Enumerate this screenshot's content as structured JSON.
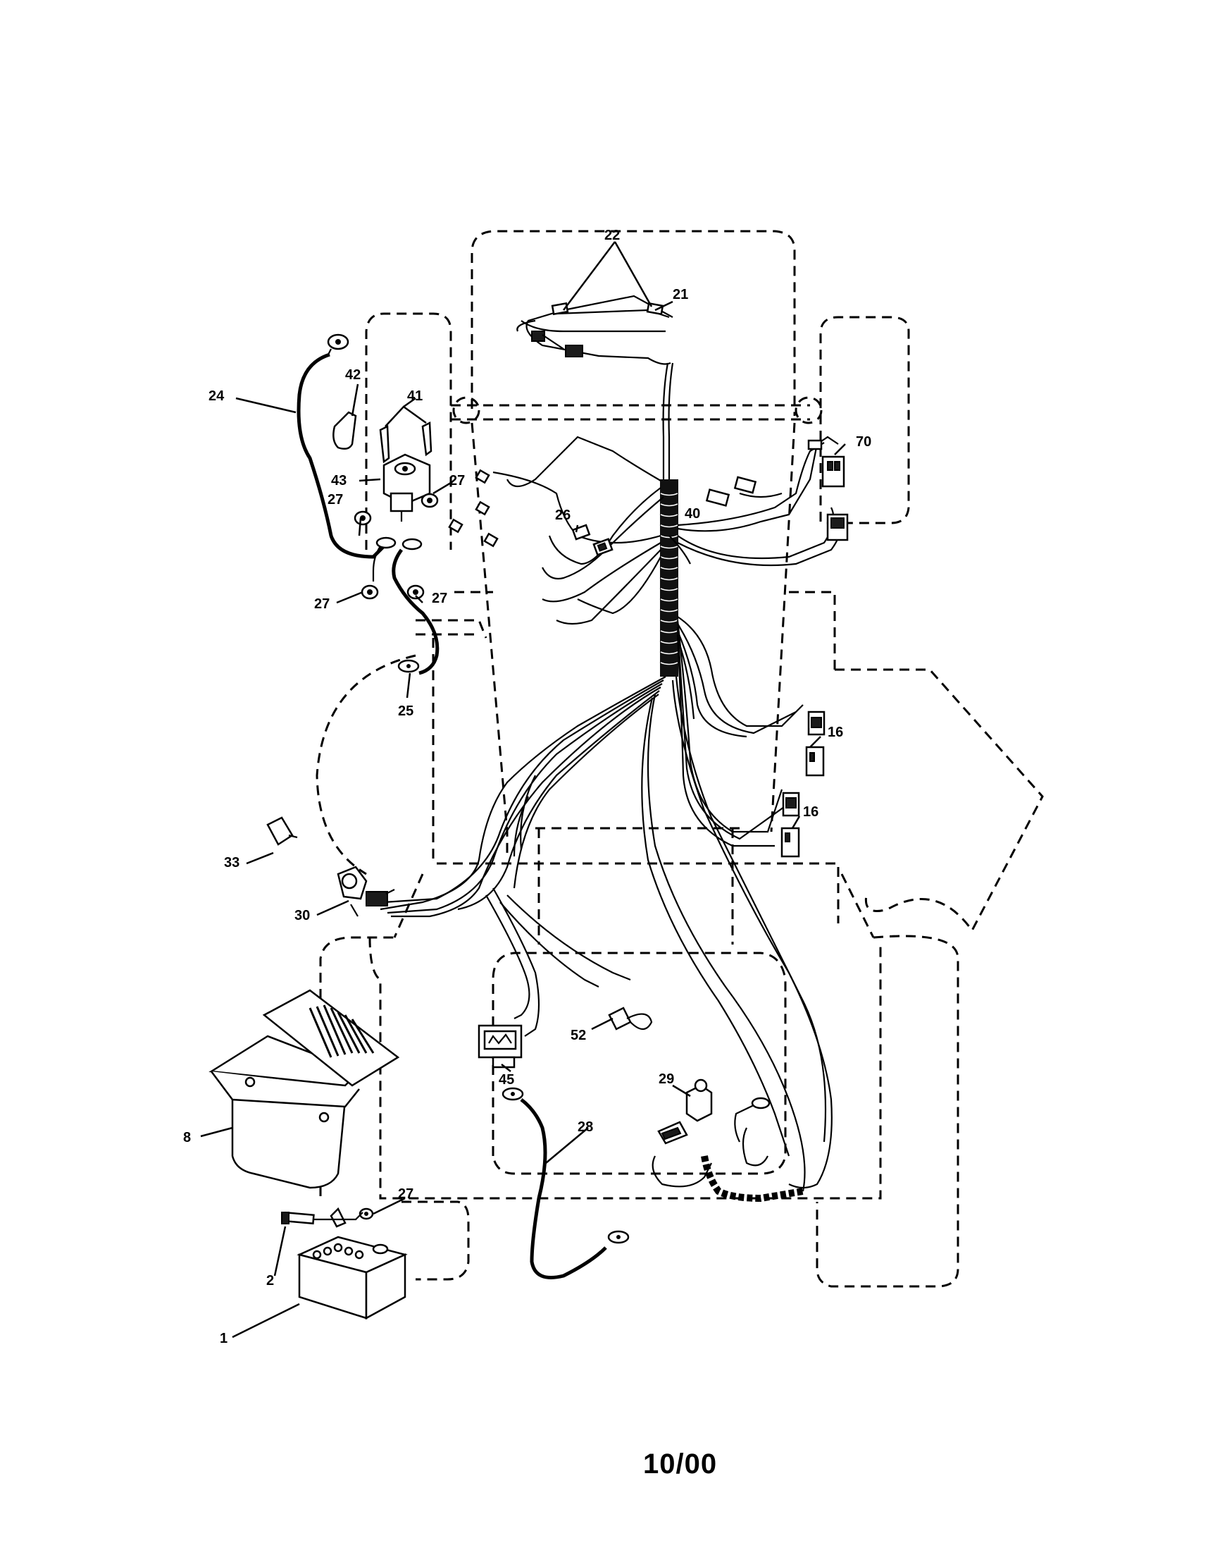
{
  "labels": {
    "p1": "1",
    "p2": "2",
    "p8": "8",
    "p16a": "16",
    "p16b": "16",
    "p21": "21",
    "p22": "22",
    "p24": "24",
    "p25": "25",
    "p26": "26",
    "p27a": "27",
    "p27b": "27",
    "p27c": "27",
    "p27d": "27",
    "p27e": "27",
    "p28": "28",
    "p29": "29",
    "p30": "30",
    "p33": "33",
    "p40": "40",
    "p41": "41",
    "p42": "42",
    "p43": "43",
    "p45": "45",
    "p52": "52",
    "p70": "70"
  },
  "footer": {
    "date": "10/00"
  }
}
